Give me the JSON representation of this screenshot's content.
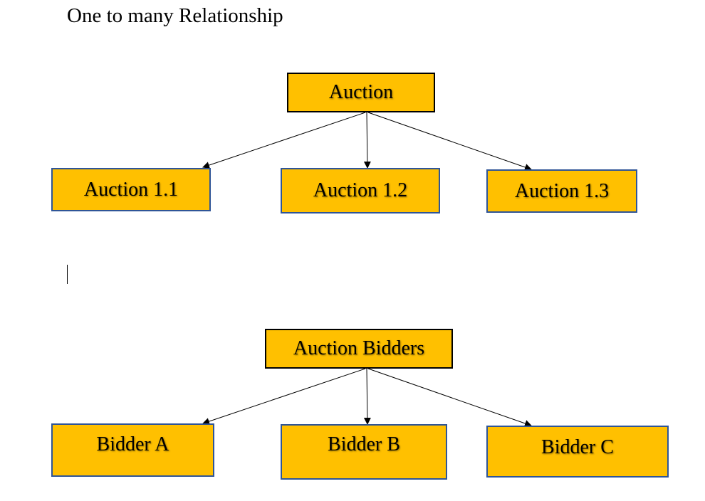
{
  "title": "One to many Relationship",
  "colors": {
    "node_fill": "#FFC000",
    "root_border": "#000000",
    "child_border": "#2F5597",
    "connector": "#000000"
  },
  "diagrams": [
    {
      "root": "Auction",
      "children": [
        "Auction 1.1",
        "Auction 1.2",
        "Auction 1.3"
      ]
    },
    {
      "root": "Auction Bidders",
      "children": [
        "Bidder A",
        "Bidder B",
        "Bidder C"
      ]
    }
  ]
}
